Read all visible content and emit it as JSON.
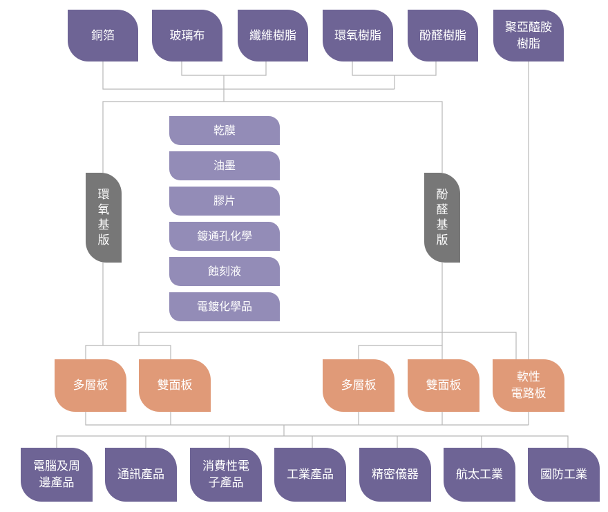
{
  "materials": [
    {
      "label": "銅箔"
    },
    {
      "label": "玻璃布"
    },
    {
      "label": "纖維樹脂"
    },
    {
      "label": "環氧樹脂"
    },
    {
      "label": "酚醛樹脂"
    },
    {
      "label": "聚亞醯胺\n樹脂"
    }
  ],
  "substrates": [
    {
      "label": "環氧基版"
    },
    {
      "label": "酚醛基版"
    }
  ],
  "chemicals": [
    {
      "label": "乾膜"
    },
    {
      "label": "油墨"
    },
    {
      "label": "膠片"
    },
    {
      "label": "鍍通孔化學"
    },
    {
      "label": "蝕刻液"
    },
    {
      "label": "電鍍化學品"
    }
  ],
  "boards": [
    {
      "label": "多層板"
    },
    {
      "label": "雙面板"
    },
    {
      "label": "多層板"
    },
    {
      "label": "雙面板"
    },
    {
      "label": "軟性\n電路板"
    }
  ],
  "applications": [
    {
      "label": "電腦及周\n邊產品"
    },
    {
      "label": "通訊產品"
    },
    {
      "label": "消費性電\n子產品"
    },
    {
      "label": "工業產品"
    },
    {
      "label": "精密儀器"
    },
    {
      "label": "航太工業"
    },
    {
      "label": "國防工業"
    }
  ],
  "colors": {
    "materials": "#6e6495",
    "substrates": "#777777",
    "chemicals": "#938cb7",
    "boards": "#e09a78",
    "applications": "#6e6495",
    "connectors": "#b8b8b8"
  }
}
